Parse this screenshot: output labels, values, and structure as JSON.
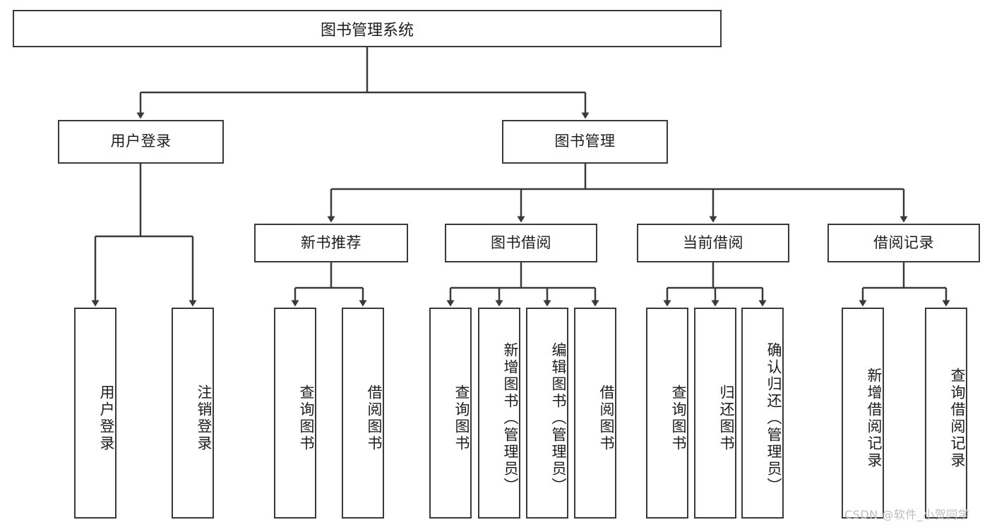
{
  "diagram": {
    "title_node": {
      "label": "图书管理系统"
    },
    "level1": [
      {
        "label": "用户登录"
      },
      {
        "label": "图书管理"
      }
    ],
    "level2": [
      {
        "label": "新书推荐"
      },
      {
        "label": "图书借阅"
      },
      {
        "label": "当前借阅"
      },
      {
        "label": "借阅记录"
      }
    ],
    "leaves": {
      "user_login": [
        {
          "label": "用户登录"
        },
        {
          "label": "注销登录"
        }
      ],
      "new_book_recommend": [
        {
          "label": "查询图书"
        },
        {
          "label": "借阅图书"
        }
      ],
      "book_borrow": [
        {
          "label": "查询图书"
        },
        {
          "label": "新增图书（管理员）"
        },
        {
          "label": "编辑图书（管理员）"
        },
        {
          "label": "借阅图书"
        }
      ],
      "current_borrow": [
        {
          "label": "查询图书"
        },
        {
          "label": "归还图书"
        },
        {
          "label": "确认归还（管理员）"
        }
      ],
      "borrow_record": [
        {
          "label": "新增借阅记录"
        },
        {
          "label": "查询借阅记录"
        }
      ]
    }
  },
  "watermark": {
    "text": "CSDN @软件_小贺同学"
  },
  "colors": {
    "border": "#3a3a3a",
    "text": "#1d1d1d",
    "background": "#ffffff",
    "watermark": "#bdbdbd"
  }
}
